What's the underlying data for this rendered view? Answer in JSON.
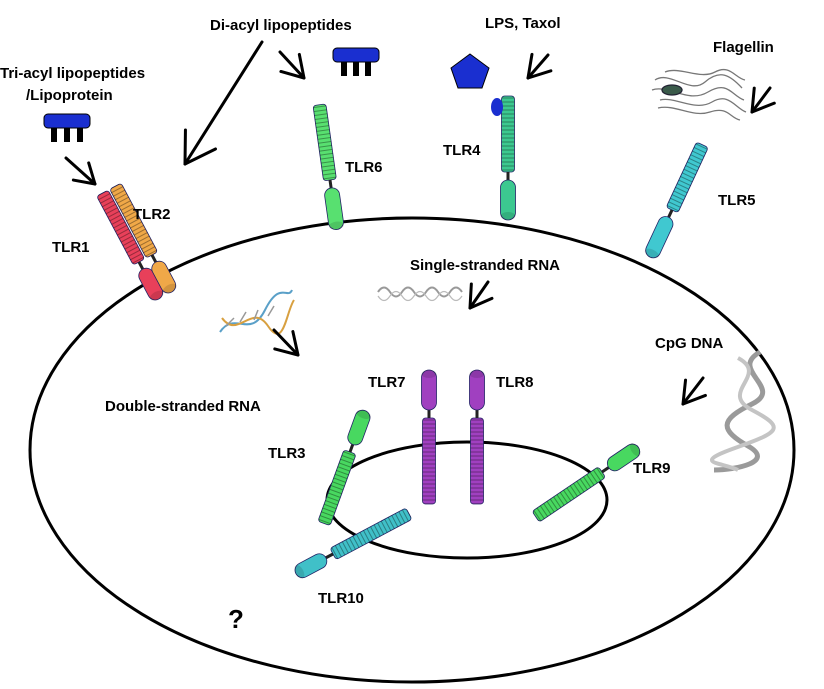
{
  "ligands": {
    "triacyl_line1": "Tri-acyl lipopeptides",
    "triacyl_line2": "/Lipoprotein",
    "diacyl": "Di-acyl lipopeptides",
    "lps": "LPS, Taxol",
    "flagellin": "Flagellin",
    "ssrna": "Single-stranded RNA",
    "dsrna": "Double-stranded RNA",
    "cpg": "CpG DNA",
    "unknown": "?"
  },
  "receptors": {
    "tlr1": "TLR1",
    "tlr2": "TLR2",
    "tlr3": "TLR3",
    "tlr4": "TLR4",
    "tlr5": "TLR5",
    "tlr6": "TLR6",
    "tlr7": "TLR7",
    "tlr8": "TLR8",
    "tlr9": "TLR9",
    "tlr10": "TLR10"
  },
  "colors": {
    "tlr1": "#e8405a",
    "tlr2": "#f0a848",
    "tlr3": "#48d860",
    "tlr4": "#3cc890",
    "tlr5": "#40c8d0",
    "tlr6": "#58e070",
    "tlr7": "#a040c0",
    "tlr8": "#a040c0",
    "tlr9": "#48d860",
    "tlr10": "#40c0c8",
    "lipopeptide": "#1a2fd0",
    "lps": "#1a2fd0"
  }
}
